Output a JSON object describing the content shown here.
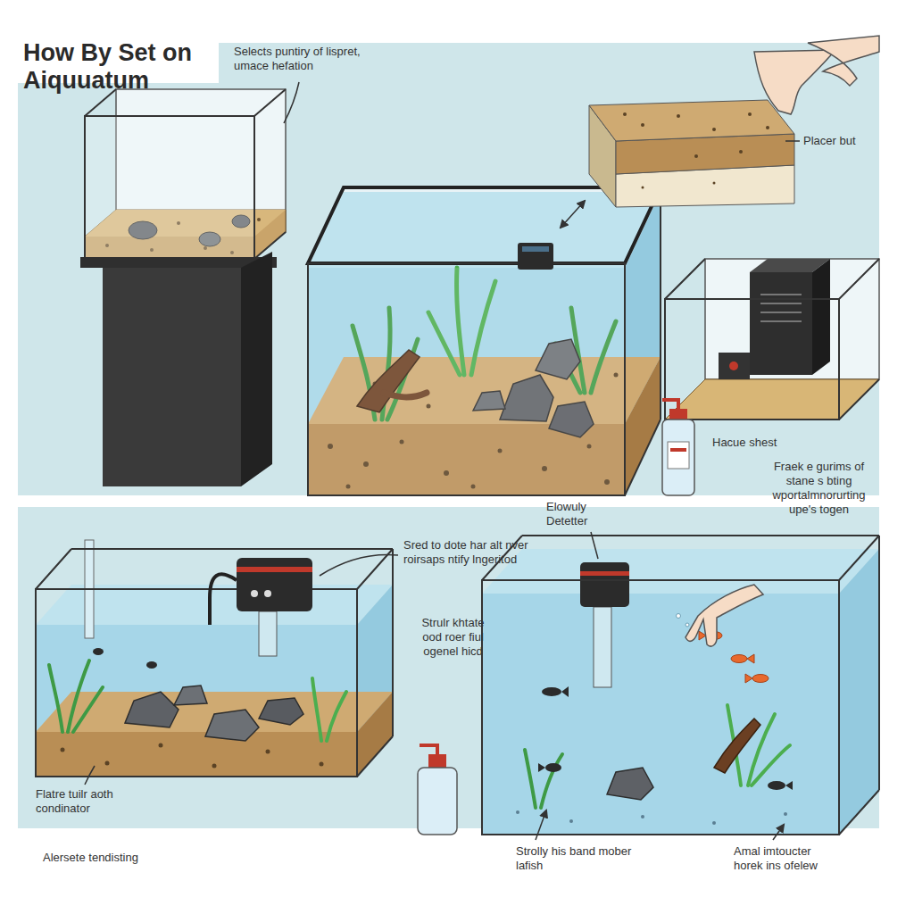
{
  "diagram": {
    "title": "How By Set on Aiquuatum",
    "labels": [
      "Selects puntiry of lispret, umace hefation",
      "Placer but",
      "Hacue shest",
      "Fraek e gurims of stane s bting wportalmnorurting upe's togen",
      "Sred to dote har alt nver roirsaps ntify lngeritod",
      "Strulr khtate ood roer fiul ogenel hicd",
      "Elowuly Detetter",
      "Flatre tuilr aoth condinator",
      "Alersete tendisting",
      "Strolly his band mober lafish",
      "Amal imtoucter horek ins ofelew"
    ]
  }
}
